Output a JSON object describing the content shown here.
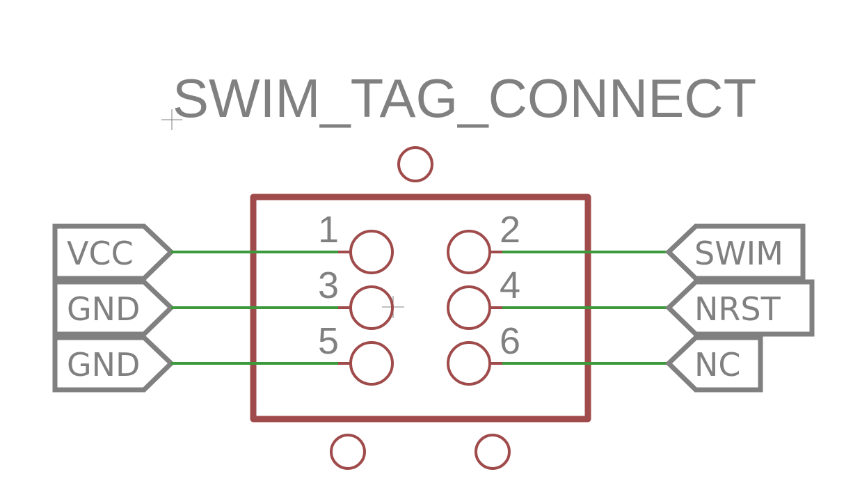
{
  "title": "SWIM_TAG_CONNECT",
  "pins": [
    {
      "number": "1",
      "net": "VCC"
    },
    {
      "number": "2",
      "net": "SWIM"
    },
    {
      "number": "3",
      "net": "GND"
    },
    {
      "number": "4",
      "net": "NRST"
    },
    {
      "number": "5",
      "net": "GND"
    },
    {
      "number": "6",
      "net": "NC"
    }
  ],
  "colors": {
    "part_outline": "#a04b4b",
    "wire": "#3c9a3c",
    "text_and_labels": "#808080"
  }
}
